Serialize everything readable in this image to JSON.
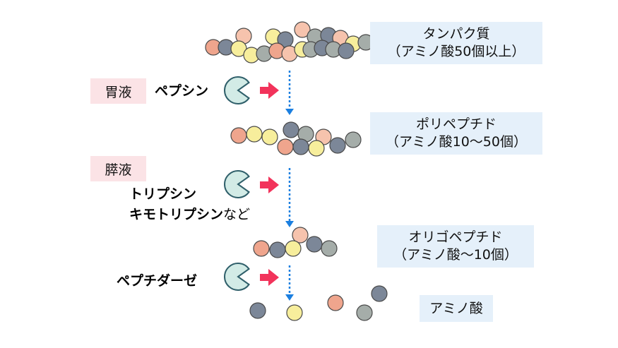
{
  "stages": [
    {
      "name": "タンパク質",
      "note": "（アミノ酸50個以上）"
    },
    {
      "name": "ポリペプチド",
      "note": "（アミノ酸10〜50個）"
    },
    {
      "name": "オリゴペプチド",
      "note": "（アミノ酸〜10個）"
    },
    {
      "name": "アミノ酸",
      "note": ""
    }
  ],
  "digestive_fluids": [
    "胃液",
    "膵液"
  ],
  "enzymes": {
    "pepsin": "ペプシン",
    "trypsin": "トリプシン",
    "chymotrypsin": "キモトリプシン",
    "chymotrypsin_suffix": "など",
    "peptidase": "ペプチダーゼ"
  },
  "colors": {
    "orange": "#efa58d",
    "peach": "#f6c3ad",
    "yellow": "#f7ee9c",
    "slate": "#7c8798",
    "grey": "#a5ada9",
    "enzyme_fill": "#d2ebe6",
    "enzyme_stroke": "#2f5f6a",
    "arrow_red": "#f2335b",
    "flow_blue": "#1b7fe0",
    "label_box": "#e5f0fa",
    "fluid_box": "#fbe3e6"
  }
}
